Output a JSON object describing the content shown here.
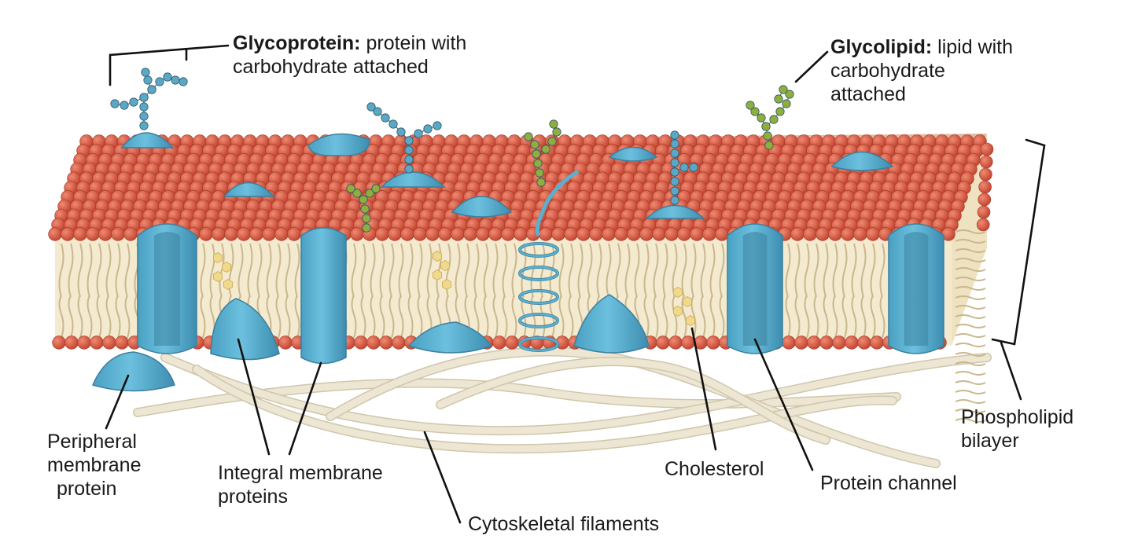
{
  "labels": {
    "glycoprotein": {
      "term": "Glycoprotein:",
      "line1": "protein with",
      "line2": "carbohydrate attached"
    },
    "glycolipid": {
      "term": "Glycolipid:",
      "line1": "lipid with",
      "line2": "carbohydrate",
      "line3": "attached"
    },
    "phospholipid_bilayer": {
      "line1": "Phospholipid",
      "line2": "bilayer"
    },
    "peripheral_protein": {
      "line1": "Peripheral",
      "line2": "membrane",
      "line3": "protein"
    },
    "integral_proteins": {
      "line1": "Integral membrane",
      "line2": "proteins"
    },
    "cholesterol": "Cholesterol",
    "protein_channel": "Protein channel",
    "cytoskeletal_filaments": "Cytoskeletal filaments"
  },
  "colors": {
    "phospholipid_head": "#d9533e",
    "phospholipid_tail": "#c9b78e",
    "protein": "#5bb0cf",
    "protein_dark": "#3b7f9e",
    "glycoprotein_sugar": "#5aa8c6",
    "glycolipid_sugar": "#8fae3e",
    "cholesterol": "#f0d98a",
    "filament": "#ece6d2",
    "leader_line": "#111111"
  }
}
